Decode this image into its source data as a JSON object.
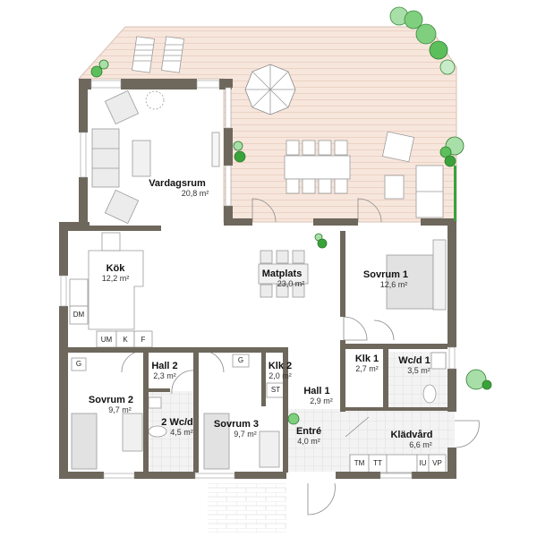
{
  "colors": {
    "wall": "#6e675c",
    "deck": "#f7e6dc",
    "deck_lines": "#e9cfc1",
    "tile": "#eeeeee",
    "tile_lines": "#d9d9d9",
    "furniture": "#e8e8e8",
    "furniture_stroke": "#9a9a9a",
    "plant_dark": "#3aa23a",
    "plant_light": "#a8dfa8"
  },
  "rooms": [
    {
      "id": "vardagsrum",
      "name": "Vardagsrum",
      "area": "20,8 m²"
    },
    {
      "id": "kok",
      "name": "Kök",
      "area": "12,2 m²"
    },
    {
      "id": "matplats",
      "name": "Matplats",
      "area": "23,0 m²"
    },
    {
      "id": "sovrum1",
      "name": "Sovrum 1",
      "area": "12,6 m²"
    },
    {
      "id": "hall2",
      "name": "Hall 2",
      "area": "2,3 m²"
    },
    {
      "id": "sovrum2",
      "name": "Sovrum 2",
      "area": "9,7 m²"
    },
    {
      "id": "wcd2",
      "name": "2 Wc/d",
      "area": "4,5 m²"
    },
    {
      "id": "sovrum3",
      "name": "Sovrum 3",
      "area": "9,7 m²"
    },
    {
      "id": "klk2",
      "name": "Klk 2",
      "area": "2,0 m²"
    },
    {
      "id": "hall1",
      "name": "Hall 1",
      "area": "2,9 m²"
    },
    {
      "id": "klk1",
      "name": "Klk 1",
      "area": "2,7 m²"
    },
    {
      "id": "wcd1",
      "name": "Wc/d 1",
      "area": "3,5 m²"
    },
    {
      "id": "entre",
      "name": "Entré",
      "area": "4,0 m²"
    },
    {
      "id": "kladvard",
      "name": "Klädvård",
      "area": "6,6 m²"
    }
  ],
  "fixtures": {
    "dm": "DM",
    "um": "UM",
    "k": "K",
    "f": "F",
    "g_sovrum2": "G",
    "g_sovrum3": "G",
    "st": "ST",
    "tm": "TM",
    "tt": "TT",
    "iu": "IU",
    "vp": "VP"
  }
}
